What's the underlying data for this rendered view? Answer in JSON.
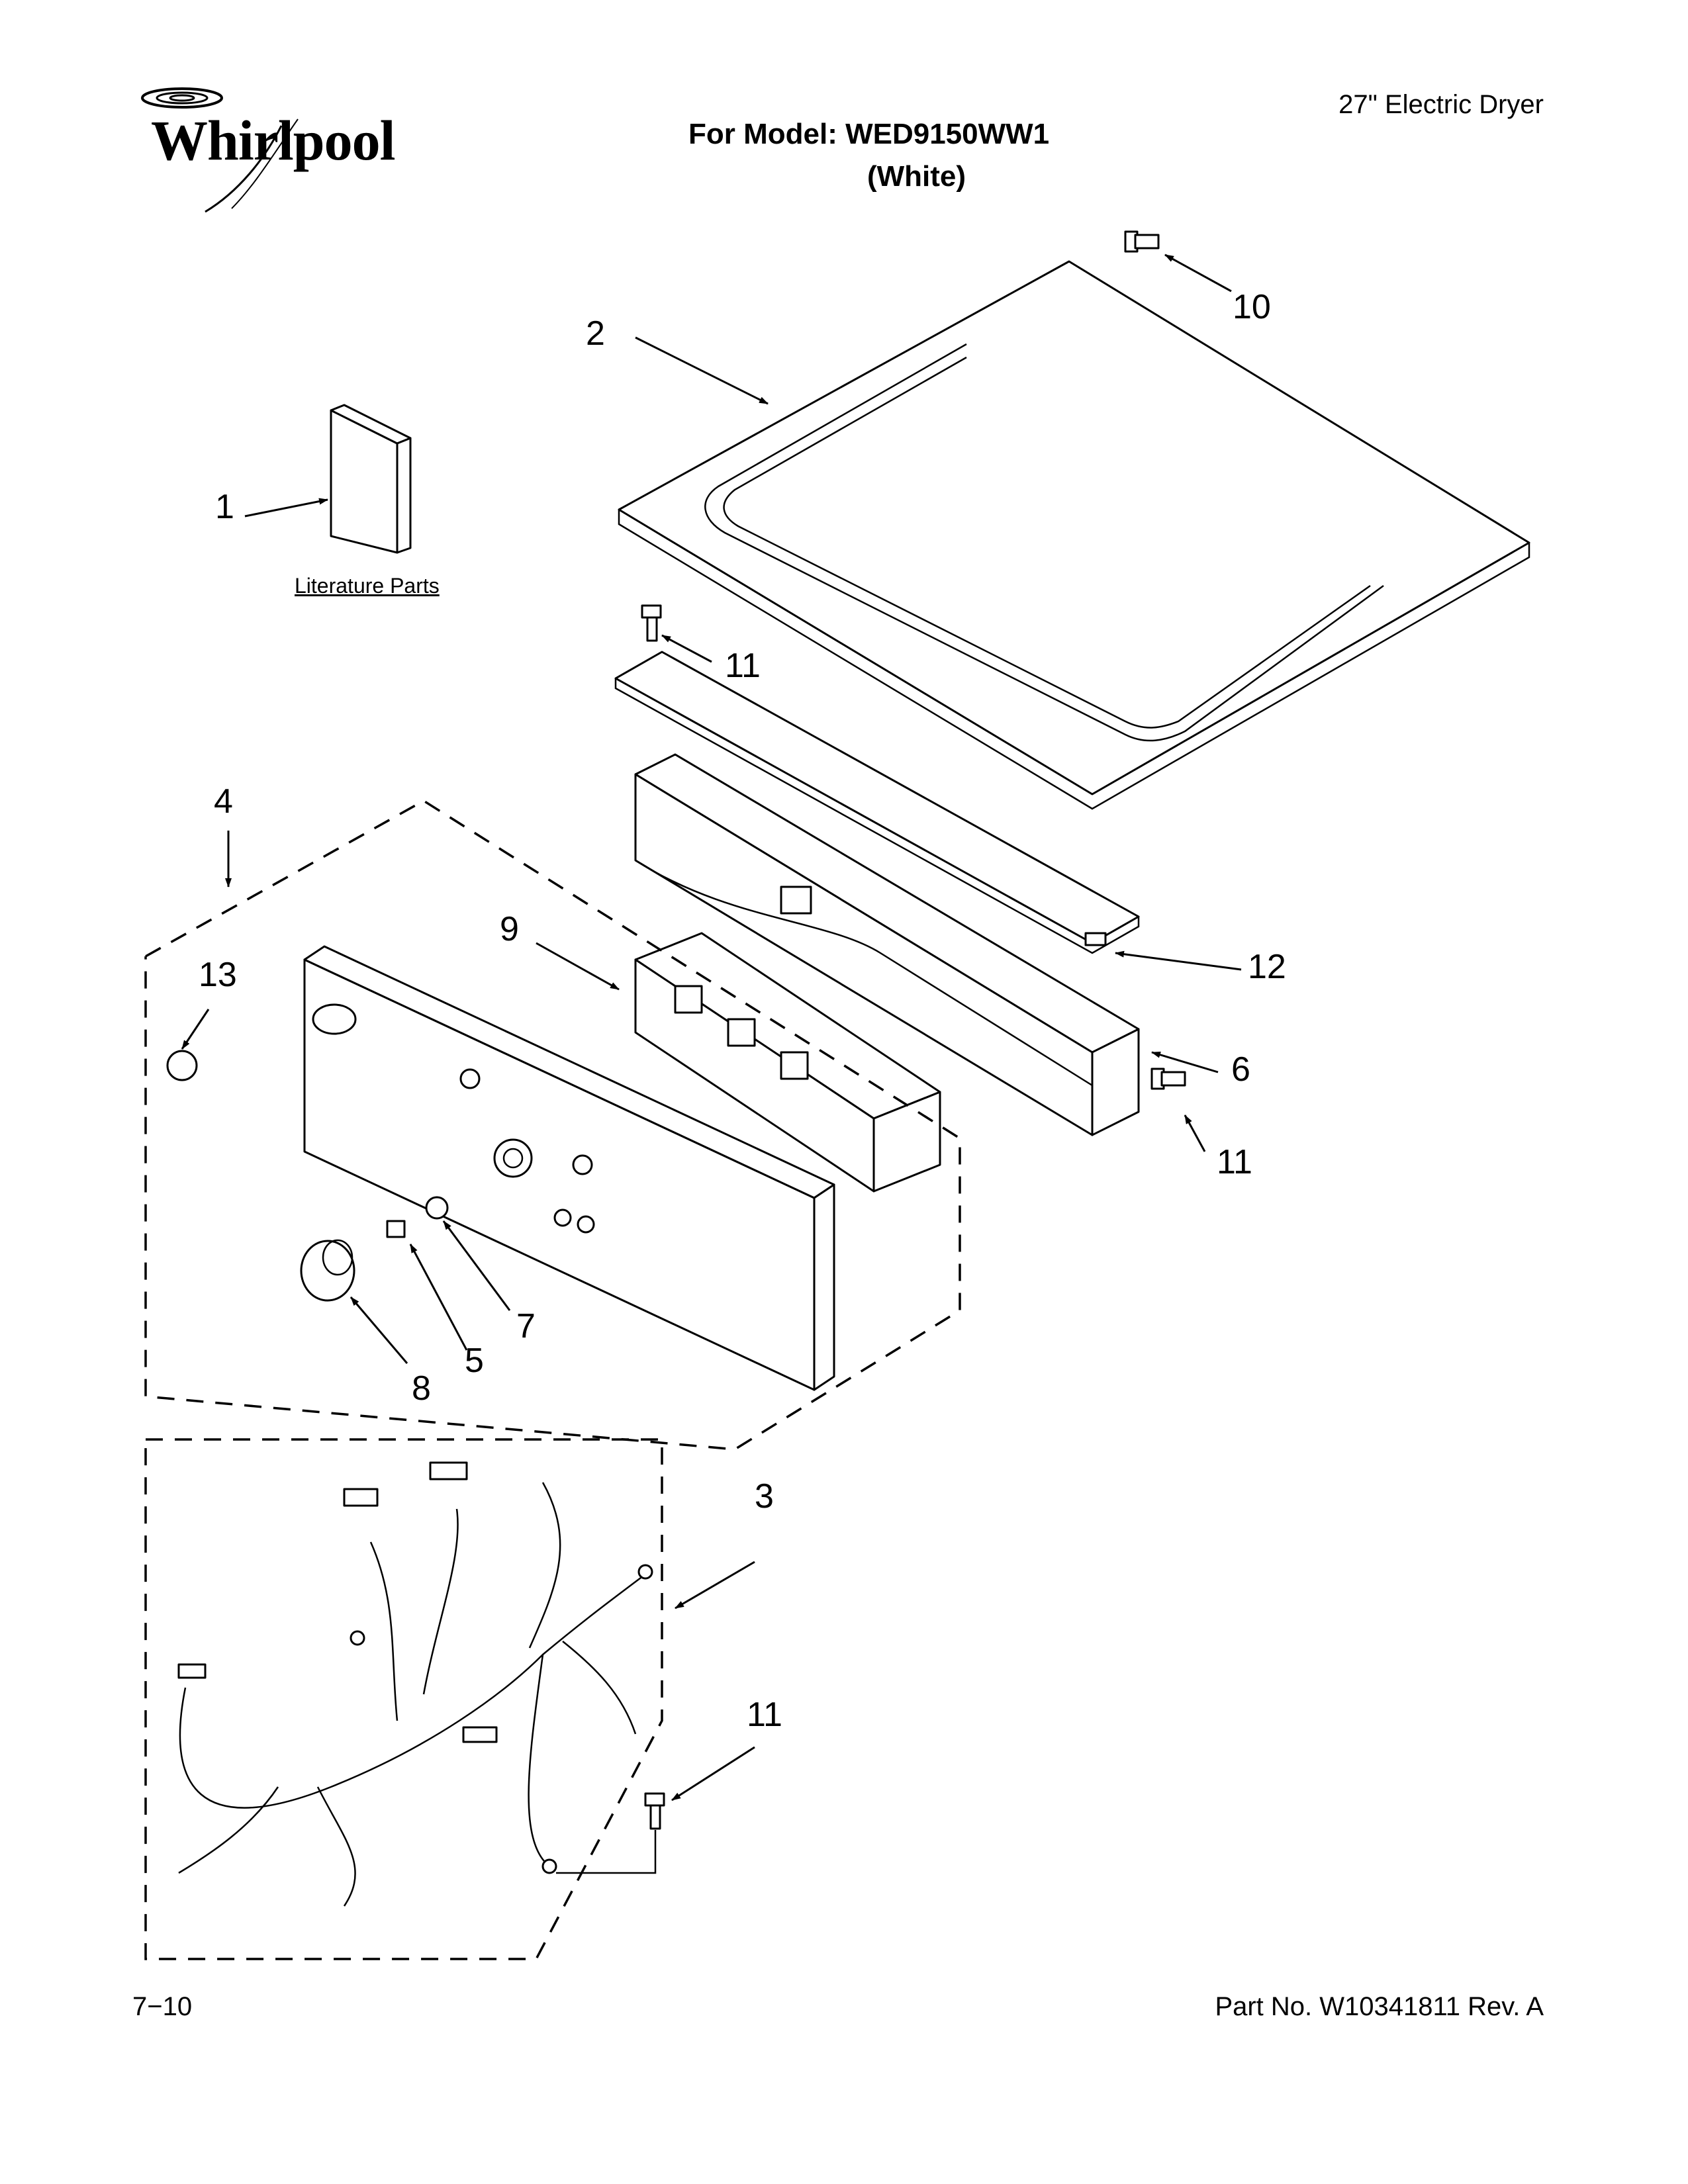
{
  "header": {
    "brand": "Whirlpool",
    "model_line": "For Model: WED9150WW1",
    "color_line": "(White)",
    "product_type": "27\" Electric Dryer"
  },
  "labels": {
    "literature": "Literature Parts"
  },
  "callouts": {
    "c1": "1",
    "c2": "2",
    "c3": "3",
    "c4": "4",
    "c5": "5",
    "c6": "6",
    "c7": "7",
    "c8": "8",
    "c9": "9",
    "c10": "10",
    "c11a": "11",
    "c11b": "11",
    "c11c": "11",
    "c12": "12",
    "c13": "13"
  },
  "footer": {
    "page": "7−10",
    "part_number": "Part No. W10341811 Rev. A"
  }
}
